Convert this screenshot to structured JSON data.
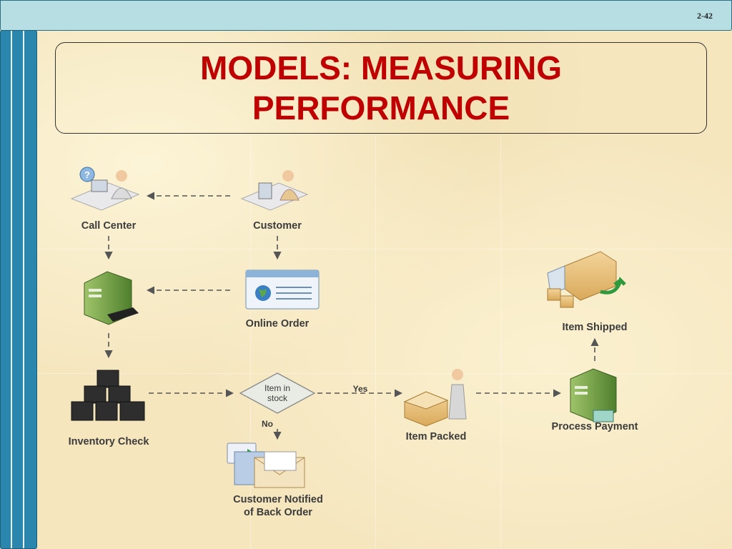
{
  "header": {
    "slide_number": "2-42"
  },
  "title": {
    "line1": "MODELS: MEASURING",
    "line2": "PERFORMANCE"
  },
  "nodes": {
    "call_center": "Call Center",
    "customer": "Customer",
    "online_order": "Online Order",
    "item_shipped": "Item Shipped",
    "inventory_check": "Inventory Check",
    "decision_line1": "Item in",
    "decision_line2": "stock",
    "item_packed": "Item Packed",
    "process_payment": "Process Payment",
    "back_order_line1": "Customer Notified",
    "back_order_line2": "of Back Order"
  },
  "edges": {
    "yes": "Yes",
    "no": "No"
  },
  "colors": {
    "title": "#c00000",
    "topbar": "#b7dfe3",
    "sidebar": "#2b86ad",
    "arrow": "#555555"
  }
}
